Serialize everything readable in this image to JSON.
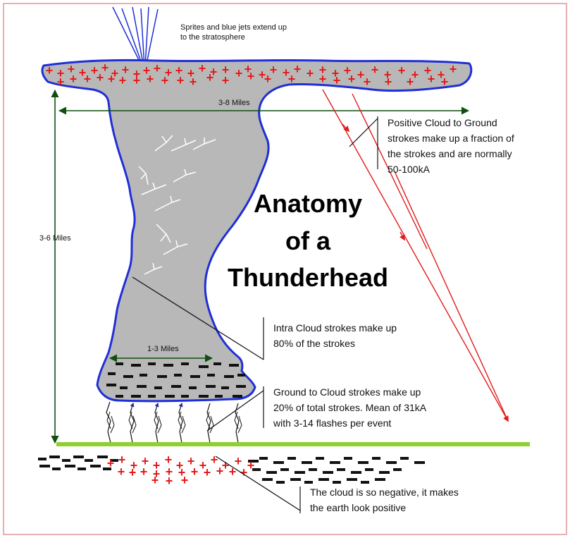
{
  "title_lines": [
    "Anatomy",
    "of a",
    "Thunderhead"
  ],
  "labels": {
    "sprites": [
      "Sprites and blue jets extend up",
      "to the stratosphere"
    ],
    "width_top": "3-8 Miles",
    "height": "3-6 Miles",
    "base_width": "1-3 Miles"
  },
  "notes": {
    "positive_cg": [
      "Positive Cloud to Ground",
      "strokes make up a fraction of",
      "the strokes and are normally",
      "50-100kA"
    ],
    "intra_cloud": [
      "Intra Cloud strokes make up",
      "80% of the strokes"
    ],
    "ground_to_cloud": [
      "Ground to Cloud strokes make up",
      "20% of total strokes. Mean of 31kA",
      "with 3-14 flashes per event"
    ],
    "earth_positive": [
      "The cloud is so negative, it makes",
      "the earth look positive"
    ]
  },
  "colors": {
    "cloud_fill": "#b8b8b8",
    "cloud_outline": "#1f2fd6",
    "ground": "#8fcf2f",
    "positive_charge": "#e31b1b",
    "negative_charge": "#111111",
    "dimension_arrow": "#0f4f0f",
    "lightning": "#e31b1b",
    "border": "#e8b0b0"
  }
}
